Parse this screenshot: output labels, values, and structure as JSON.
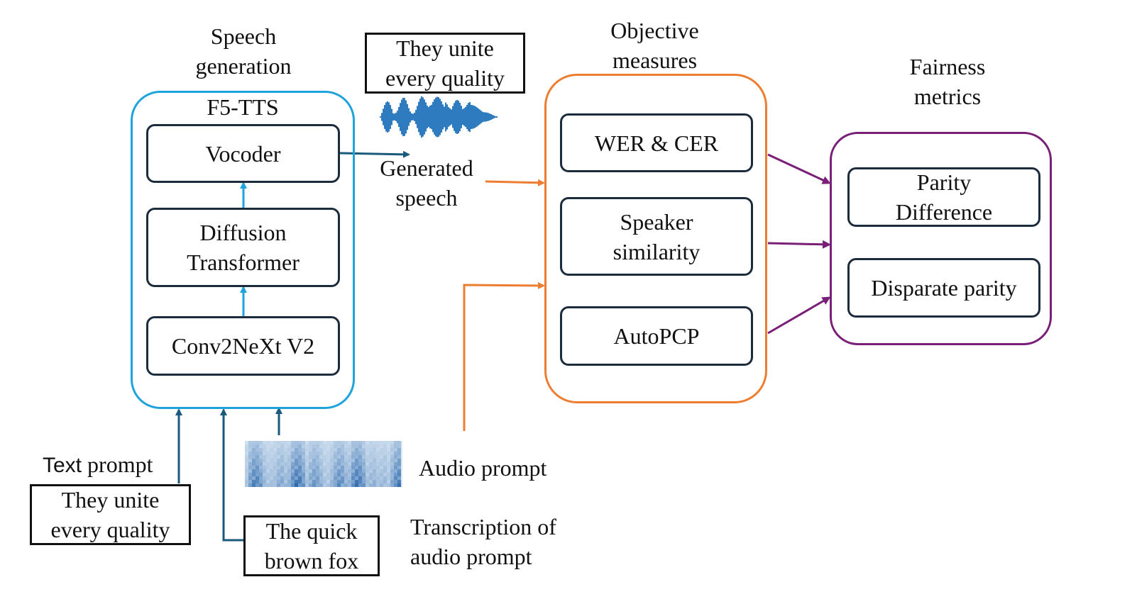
{
  "speech_generation": {
    "heading_line1": "Speech",
    "heading_line2": "generation",
    "model": "F5-TTS",
    "blocks": {
      "vocoder": "Vocoder",
      "diffusion_line1": "Diffusion",
      "diffusion_line2": "Transformer",
      "conv": "Conv2NeXt V2"
    }
  },
  "generated": {
    "text_line1": "They unite",
    "text_line2": "every quality",
    "label_line1": "Generated",
    "label_line2": "speech"
  },
  "objective": {
    "heading_line1": "Objective",
    "heading_line2": "measures",
    "wer": "WER & CER",
    "speaker_line1": "Speaker",
    "speaker_line2": "similarity",
    "autopcp": "AutoPCP"
  },
  "fairness": {
    "heading_line1": "Fairness",
    "heading_line2": "metrics",
    "parity_line1": "Parity",
    "parity_line2": "Difference",
    "disparate": "Disparate parity"
  },
  "inputs": {
    "text_prompt_word1": "Text",
    "text_prompt_word2": "prompt",
    "text_prompt_line1": "They unite",
    "text_prompt_line2": "every quality",
    "transcription_line1": "The quick",
    "transcription_line2": "brown fox",
    "transcription_label_line1": "Transcription of",
    "transcription_label_line2": "audio prompt",
    "audio_prompt_label": "Audio prompt"
  },
  "colors": {
    "f5_border": "#1fa3dc",
    "inner_border": "#1c2c3c",
    "objective_border": "#ed7d31",
    "fairness_border": "#7a1f78",
    "input_arrow": "#1a5a7c",
    "internal_arrow": "#1fa3dc"
  }
}
